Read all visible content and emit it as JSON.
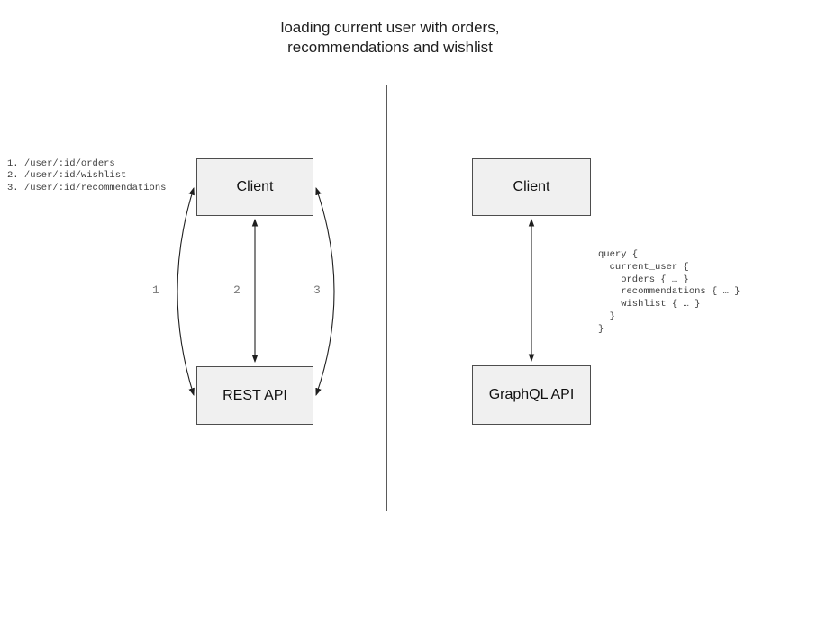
{
  "title": {
    "line1": "loading current user with orders,",
    "line2": "recommendations and wishlist"
  },
  "rest_panel": {
    "client_label": "Client",
    "api_label": "REST API",
    "endpoints": [
      "1. /user/:id/orders",
      "2. /user/:id/wishlist",
      "3. /user/:id/recommendations"
    ],
    "arrow_labels": [
      "1",
      "2",
      "3"
    ]
  },
  "graphql_panel": {
    "client_label": "Client",
    "api_label": "GraphQL API",
    "query_lines": [
      "query {",
      "  current_user {",
      "    orders { … }",
      "    recommendations { … }",
      "    wishlist { … }",
      "  }",
      "}"
    ]
  },
  "colors": {
    "box_fill": "#f0f0f0",
    "box_border": "#4d4d4d",
    "arrow": "#1f1f1f",
    "mono_text": "#3d3d3d",
    "number_label": "#787878",
    "divider": "#5a5a5a",
    "title_text": "#1f1f1f",
    "page_bg": "#ffffff"
  }
}
